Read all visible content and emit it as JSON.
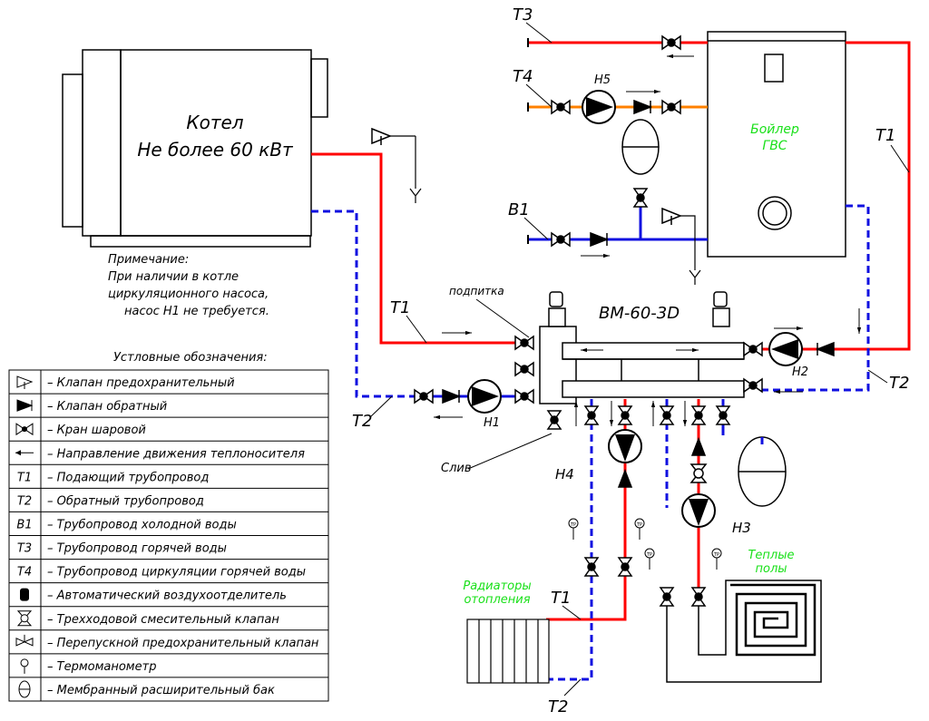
{
  "boiler": {
    "title": "Котел",
    "power": "Не более 60 кВт"
  },
  "note": {
    "title": "Примечание:",
    "lines": [
      "При наличии в котле",
      "циркуляционного насоса,",
      "насос Н1 не требуется."
    ]
  },
  "legend": {
    "title": "Устловные обозначения:",
    "items": [
      {
        "icon": "safety-valve-icon",
        "text": "– Клапан предохранительный"
      },
      {
        "icon": "check-valve-icon",
        "text": "– Клапан обратный"
      },
      {
        "icon": "ball-valve-icon",
        "text": "– Кран шаровой"
      },
      {
        "icon": "flow-arrow-icon",
        "text": "– Направление движения теплоносителя"
      },
      {
        "icon": "T1",
        "text": "– Подающий трубопровод"
      },
      {
        "icon": "T2",
        "text": "– Обратный трубопровод"
      },
      {
        "icon": "В1",
        "text": "– Трубопровод холодной воды"
      },
      {
        "icon": "Т3",
        "text": "– Трубопровод горячей воды"
      },
      {
        "icon": "Т4",
        "text": "– Трубопровод циркуляции горячей воды"
      },
      {
        "icon": "air-vent-icon",
        "text": "– Автоматический воздухоотделитель"
      },
      {
        "icon": "three-way-valve-icon",
        "text": "– Трехходовой смесительный клапан"
      },
      {
        "icon": "bypass-valve-icon",
        "text": "– Перепускной предохранительный клапан"
      },
      {
        "icon": "thermomanometer-icon",
        "text": "– Термоманометр"
      },
      {
        "icon": "expansion-tank-icon",
        "text": "– Мембранный расширительный бак"
      }
    ]
  },
  "labels": {
    "t1": "Т1",
    "t2": "Т2",
    "t3": "Т3",
    "t4": "Т4",
    "b1": "В1",
    "h1": "Н1",
    "h2": "Н2",
    "h3": "Н3",
    "h4": "Н4",
    "h5": "Н5",
    "t1_right": "Т1",
    "t2_right": "Т2",
    "t1_rad": "Т1",
    "t2_rad": "Т2",
    "makeup": "подпитка",
    "drain": "Слив",
    "manifold": "ВМ-60-3D",
    "tp": "ТР"
  },
  "dhw": {
    "line1": "Бойлер",
    "line2": "ГВС"
  },
  "radiators": {
    "line1": "Радиаторы",
    "line2": "отопления"
  },
  "floor": {
    "line1": "Теплые",
    "line2": "полы"
  },
  "colors": {
    "supply": "#ff0000",
    "return": "#1010e0",
    "cold": "#1010e0",
    "circ": "#ff8000",
    "green": "#19e019"
  }
}
